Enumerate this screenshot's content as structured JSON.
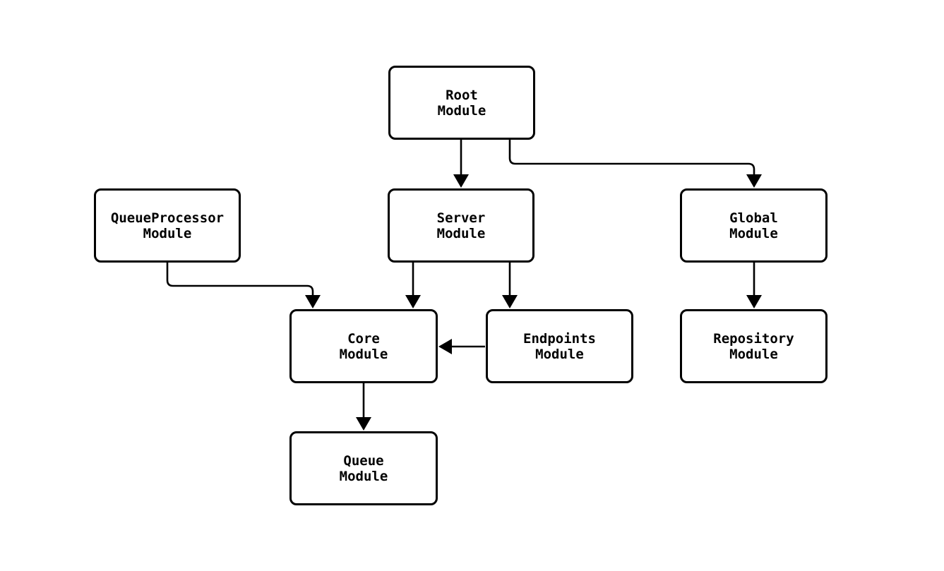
{
  "diagram": {
    "type": "module-dependency-graph",
    "background_color": "#ffffff",
    "stroke_color": "#000000",
    "node_fill_color": "#ffffff",
    "nodes": {
      "root": {
        "label": "Root\nModule"
      },
      "queue_processor": {
        "label": "QueueProcessor\nModule"
      },
      "server": {
        "label": "Server\nModule"
      },
      "global": {
        "label": "Global\nModule"
      },
      "core": {
        "label": "Core\nModule"
      },
      "endpoints": {
        "label": "Endpoints\nModule"
      },
      "repository": {
        "label": "Repository\nModule"
      },
      "queue": {
        "label": "Queue\nModule"
      }
    },
    "edges": [
      {
        "from": "Root Module",
        "to": "Server Module"
      },
      {
        "from": "Root Module",
        "to": "Global Module"
      },
      {
        "from": "QueueProcessor Module",
        "to": "Core Module"
      },
      {
        "from": "Server Module",
        "to": "Core Module"
      },
      {
        "from": "Server Module",
        "to": "Endpoints Module"
      },
      {
        "from": "Endpoints Module",
        "to": "Core Module"
      },
      {
        "from": "Global Module",
        "to": "Repository Module"
      },
      {
        "from": "Core Module",
        "to": "Queue Module"
      }
    ]
  }
}
